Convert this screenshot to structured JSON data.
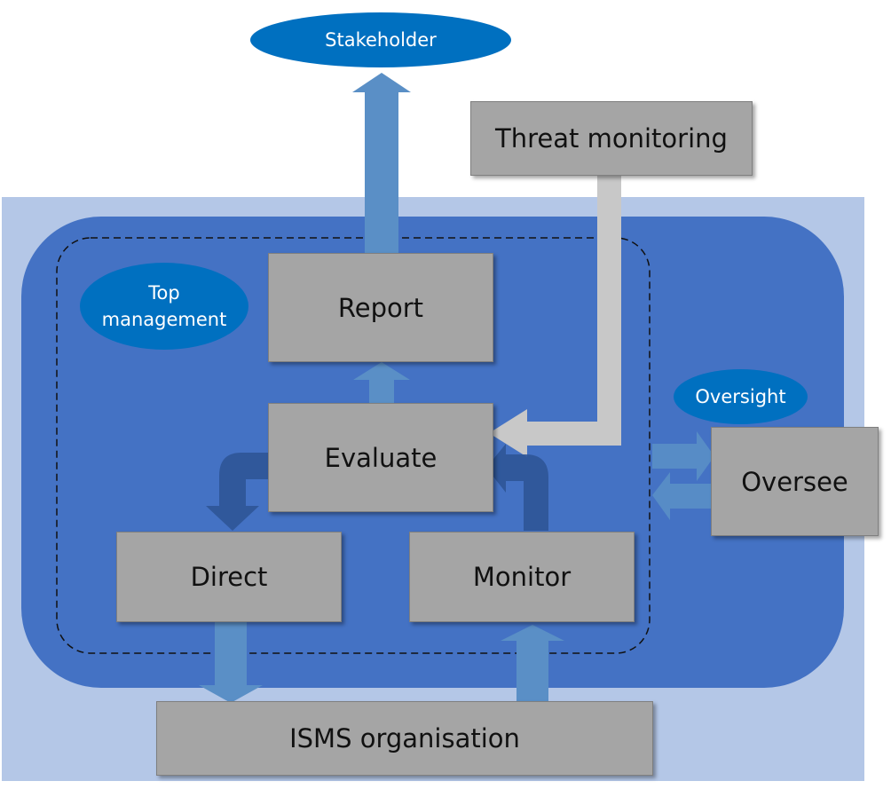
{
  "colors": {
    "outer_panel": "#b4c7e7",
    "inner_panel": "#4472c4",
    "box_fill": "#a5a5a5",
    "ellipse_fill": "#0070c0",
    "flow_arrow": "#5a8fc6",
    "loop_arrow": "#2f5597",
    "threat_arrow": "#c8c8c8"
  },
  "stakeholder": {
    "label": "Stakeholder"
  },
  "threat_monitoring": {
    "label": "Threat monitoring"
  },
  "top_management": {
    "line1": "Top",
    "line2": "management"
  },
  "report": {
    "label": "Report"
  },
  "evaluate": {
    "label": "Evaluate"
  },
  "direct": {
    "label": "Direct"
  },
  "monitor": {
    "label": "Monitor"
  },
  "oversight": {
    "label": "Oversight"
  },
  "oversee": {
    "label": "Oversee"
  },
  "isms": {
    "label": "ISMS organisation"
  }
}
